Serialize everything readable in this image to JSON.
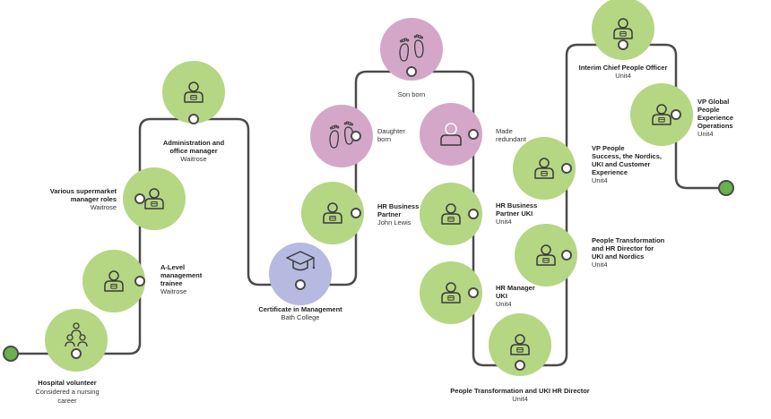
{
  "colors": {
    "path": "#4a4a4a",
    "green": "#b5d683",
    "pink": "#d4a7c8",
    "lavender": "#b6b9e0",
    "endpoint": "#6ab04c",
    "icon_stroke": "#3a3a3a"
  },
  "nodes": [
    {
      "id": "hospital",
      "kind": "career",
      "color": "green",
      "icon": "people-group-icon",
      "title": "Hospital volunteer",
      "lines": [
        "Considered a nursing",
        "career"
      ]
    },
    {
      "id": "alevel",
      "kind": "career",
      "color": "green",
      "icon": "person-icon",
      "title_lines": [
        "A-Level",
        "management",
        "trainee"
      ],
      "lines": [
        "Waitrose"
      ]
    },
    {
      "id": "supermarket",
      "kind": "career",
      "color": "green",
      "icon": "person-icon",
      "title_lines": [
        "Various supermarket",
        "manager roles"
      ],
      "lines": [
        "Waitrose"
      ]
    },
    {
      "id": "admin",
      "kind": "career",
      "color": "green",
      "icon": "person-icon",
      "title_lines": [
        "Administration and",
        "office manager"
      ],
      "lines": [
        "Waitrose"
      ]
    },
    {
      "id": "certificate",
      "kind": "education",
      "color": "lavender",
      "icon": "graduation-cap-icon",
      "title": "Certificate in Management",
      "lines": [
        "Bath College"
      ]
    },
    {
      "id": "hrbp-jl",
      "kind": "career",
      "color": "green",
      "icon": "person-icon",
      "title_lines": [
        "HR Business",
        "Partner"
      ],
      "lines": [
        "John Lewis"
      ]
    },
    {
      "id": "daughter",
      "kind": "life",
      "color": "pink",
      "icon": "footprints-icon",
      "lines": [
        "Daughter",
        "born"
      ]
    },
    {
      "id": "son",
      "kind": "life",
      "color": "pink",
      "icon": "footprints-icon",
      "lines": [
        "Son born"
      ]
    },
    {
      "id": "redundant",
      "kind": "life",
      "color": "pink",
      "icon": "person-outline-icon",
      "lines": [
        "Made",
        "redundant"
      ]
    },
    {
      "id": "hrbp-uki",
      "kind": "career",
      "color": "green",
      "icon": "person-icon",
      "title_lines": [
        "HR Business",
        "Partner UKI"
      ],
      "lines": [
        "Unit4"
      ]
    },
    {
      "id": "hrm-uki",
      "kind": "career",
      "color": "green",
      "icon": "person-icon",
      "title_lines": [
        "HR Manager",
        "UKI"
      ],
      "lines": [
        "Unit4"
      ]
    },
    {
      "id": "pt-uki",
      "kind": "career",
      "color": "green",
      "icon": "person-icon",
      "title": "People Transformation and UKI HR Director",
      "lines": [
        "Unit4"
      ]
    },
    {
      "id": "pt-nordics",
      "kind": "career",
      "color": "green",
      "icon": "person-icon",
      "title_lines": [
        "People Transformation",
        "and HR Director for",
        "UKI and Nordics"
      ],
      "lines": [
        "Unit4"
      ]
    },
    {
      "id": "vp-success",
      "kind": "career",
      "color": "green",
      "icon": "person-icon",
      "title_lines": [
        "VP People",
        "Success, the Nordics,",
        "UKI and Customer",
        "Experience"
      ],
      "lines": [
        "Unit4"
      ]
    },
    {
      "id": "interim-cpo",
      "kind": "career",
      "color": "green",
      "icon": "person-icon",
      "title": "Interim Chief People Officer",
      "lines": [
        "Unit4"
      ]
    },
    {
      "id": "vp-global",
      "kind": "career",
      "color": "green",
      "icon": "person-icon",
      "title_lines": [
        "VP Global",
        "People",
        "Experience",
        "Operations"
      ],
      "lines": [
        "Unit4"
      ]
    }
  ]
}
